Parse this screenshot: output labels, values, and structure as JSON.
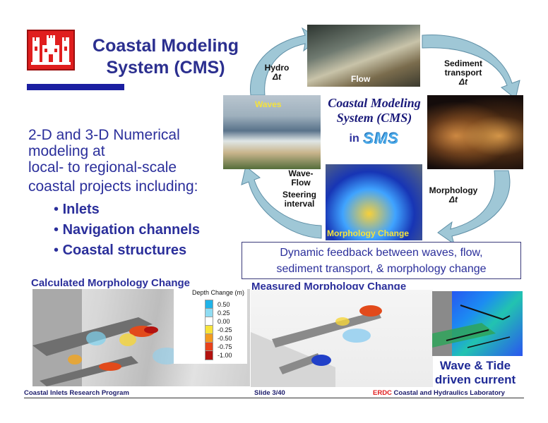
{
  "title": {
    "line1": "Coastal Modeling",
    "line2": "System (CMS)"
  },
  "intro": {
    "line1": "2-D and 3-D Numerical",
    "line2": "modeling at",
    "line3": "local- to regional-scale",
    "line4": "coastal projects including:"
  },
  "bullets": [
    "Inlets",
    "Navigation channels",
    "Coastal structures"
  ],
  "cycle": {
    "flow_label": "Flow",
    "waves_label": "Waves",
    "morph_label": "Morphology Change",
    "hydro_label": "Hydro",
    "hydro_dt": "Δt",
    "sediment_label1": "Sediment",
    "sediment_label2": "transport",
    "sediment_dt": "Δt",
    "morphology_label": "Morphology",
    "morphology_dt": "Δt",
    "waveflow_label1": "Wave-",
    "waveflow_label2": "Flow",
    "steering_label1": "Steering",
    "steering_label2": "interval",
    "center_title1": "Coastal Modeling",
    "center_title2": "System (CMS)",
    "center_in": "in",
    "center_logo": "SMS"
  },
  "feedback": {
    "line1": "Dynamic feedback between waves, flow,",
    "line2": "sediment transport, & morphology change"
  },
  "calculated_title": "Calculated Morphology Change",
  "measured_title": "Measured Morphology Change",
  "legend": {
    "title": "Depth Change (m)",
    "entries": [
      {
        "label": "0.50",
        "color": "#1fb3e8"
      },
      {
        "label": "0.25",
        "color": "#8fdcf2"
      },
      {
        "label": "0.00",
        "color": "#ffffff"
      },
      {
        "label": "-0.25",
        "color": "#f7e33a"
      },
      {
        "label": "-0.50",
        "color": "#f39a1e"
      },
      {
        "label": "-0.75",
        "color": "#e8411b"
      },
      {
        "label": "-1.00",
        "color": "#b3120f"
      }
    ]
  },
  "wave_tide": {
    "line1": "Wave & Tide",
    "line2": "driven current"
  },
  "footer": {
    "left": "Coastal Inlets Research Program",
    "middle": "Slide 3/40",
    "right_erdc": "ERDC",
    "right_rest": " Coastal and Hydraulics Laboratory"
  },
  "colors": {
    "accent_blue": "#2b2f9b",
    "castle_red": "#e01e1e",
    "arrow_fill": "#9fc7d6"
  }
}
